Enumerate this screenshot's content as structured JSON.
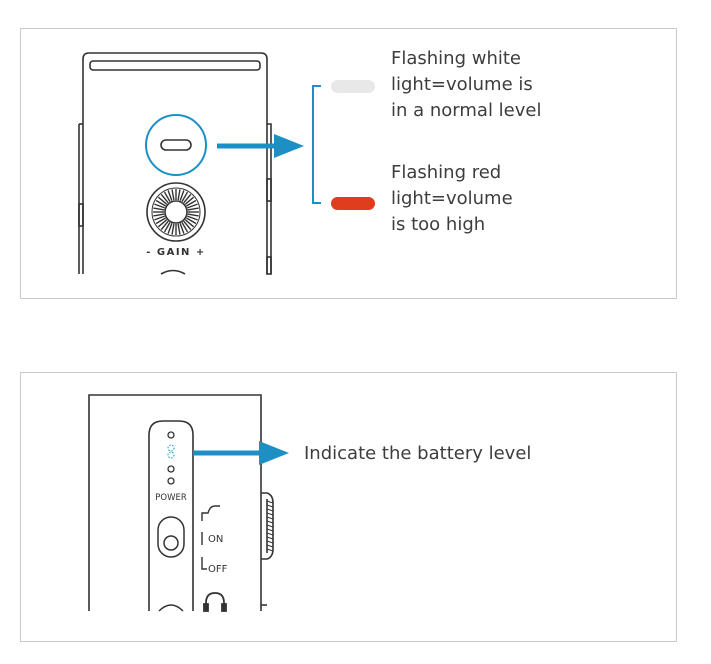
{
  "top_panel": {
    "indicators": [
      {
        "state": "white",
        "color": "#e8e8e8",
        "text": "Flashing white\nlight=volume is\nin a normal level"
      },
      {
        "state": "red",
        "color": "#e03c1e",
        "text": "Flashing red\nlight=volume\nis too high"
      }
    ],
    "dial_label": "- GAIN +",
    "accent_color": "#1d8fc4"
  },
  "bottom_panel": {
    "battery_text": "Indicate the battery level",
    "power_label": "POWER",
    "switch_on_label": "ON",
    "switch_off_label": "OFF",
    "accent_color": "#1d8fc4",
    "headphone_icon": "headphone-icon"
  }
}
